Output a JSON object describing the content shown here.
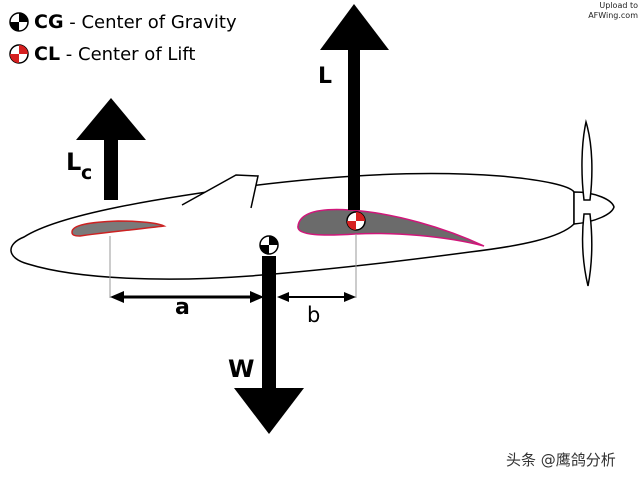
{
  "legend": {
    "cg": {
      "abbr": "CG",
      "desc": " - Center of Gravity"
    },
    "cl": {
      "abbr": "CL",
      "desc": " - Center of Lift"
    }
  },
  "upload_note": {
    "line1": "Upload to",
    "line2": "AFWing.com"
  },
  "labels": {
    "lift": "L",
    "lift_canard_main": "L",
    "lift_canard_sub": "c",
    "weight": "W",
    "dist_a": "a",
    "dist_b": "b"
  },
  "watermark": "头条 @鹰鸽分析",
  "colors": {
    "outline": "#000000",
    "wing_fill": "#6b6b6b",
    "wing_edge": "#d0177a",
    "canard_edge": "#cc2222",
    "cl_marker": "#d62020"
  }
}
